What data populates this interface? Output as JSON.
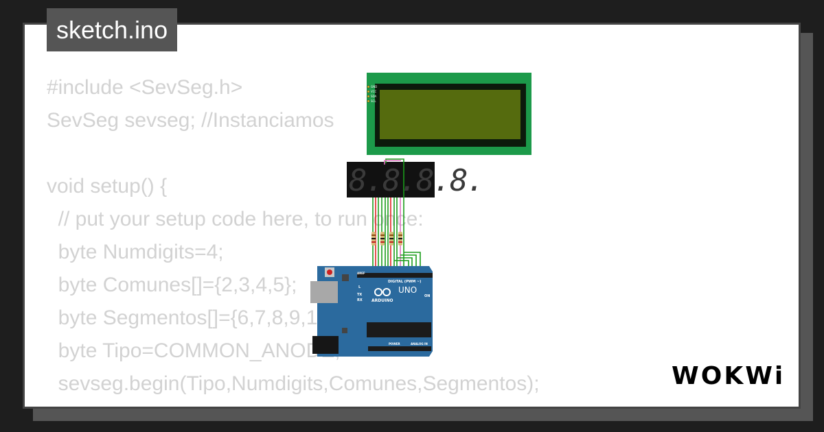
{
  "tab": {
    "filename": "sketch.ino"
  },
  "code_lines": [
    "#include <SevSeg.h>",
    "SevSeg sevseg; //Instanciamos",
    "",
    "void setup() {",
    "  // put your setup code here, to run once:",
    "  byte Numdigits=4;",
    "  byte Comunes[]={2,3,4,5};",
    "  byte Segmentos[]={6,7,8,9,10,11,12,13};",
    "  byte Tipo=COMMON_ANODE;",
    "  sevseg.begin(Tipo,Numdigits,Comunes,Segmentos);",
    "}"
  ],
  "lcd": {
    "pin_labels": [
      "GND",
      "VCC",
      "SDA",
      "SCL"
    ]
  },
  "seven_segment": {
    "digits": "8.8.8.8."
  },
  "arduino": {
    "brand": "ARDUINO",
    "model": "UNO",
    "digital_label": "DIGITAL (PWM ~)",
    "power_label": "POWER",
    "analog_label": "ANALOG IN",
    "aref_label": "AREF",
    "on_label": "ON",
    "tx_label": "TX",
    "rx_label": "RX",
    "l_label": "L"
  },
  "brand_logo": {
    "text": "WOKWi"
  },
  "colors": {
    "background": "#1e1e1e",
    "card": "#ffffff",
    "code_text": "#d2d2d2",
    "lcd_pcb": "#1c9a4a",
    "lcd_screen": "#556b0e",
    "arduino_board": "#2b6a9e",
    "wire_green": "#1a9c1a",
    "wire_red": "#e02020",
    "wire_pink": "#e070c0"
  }
}
